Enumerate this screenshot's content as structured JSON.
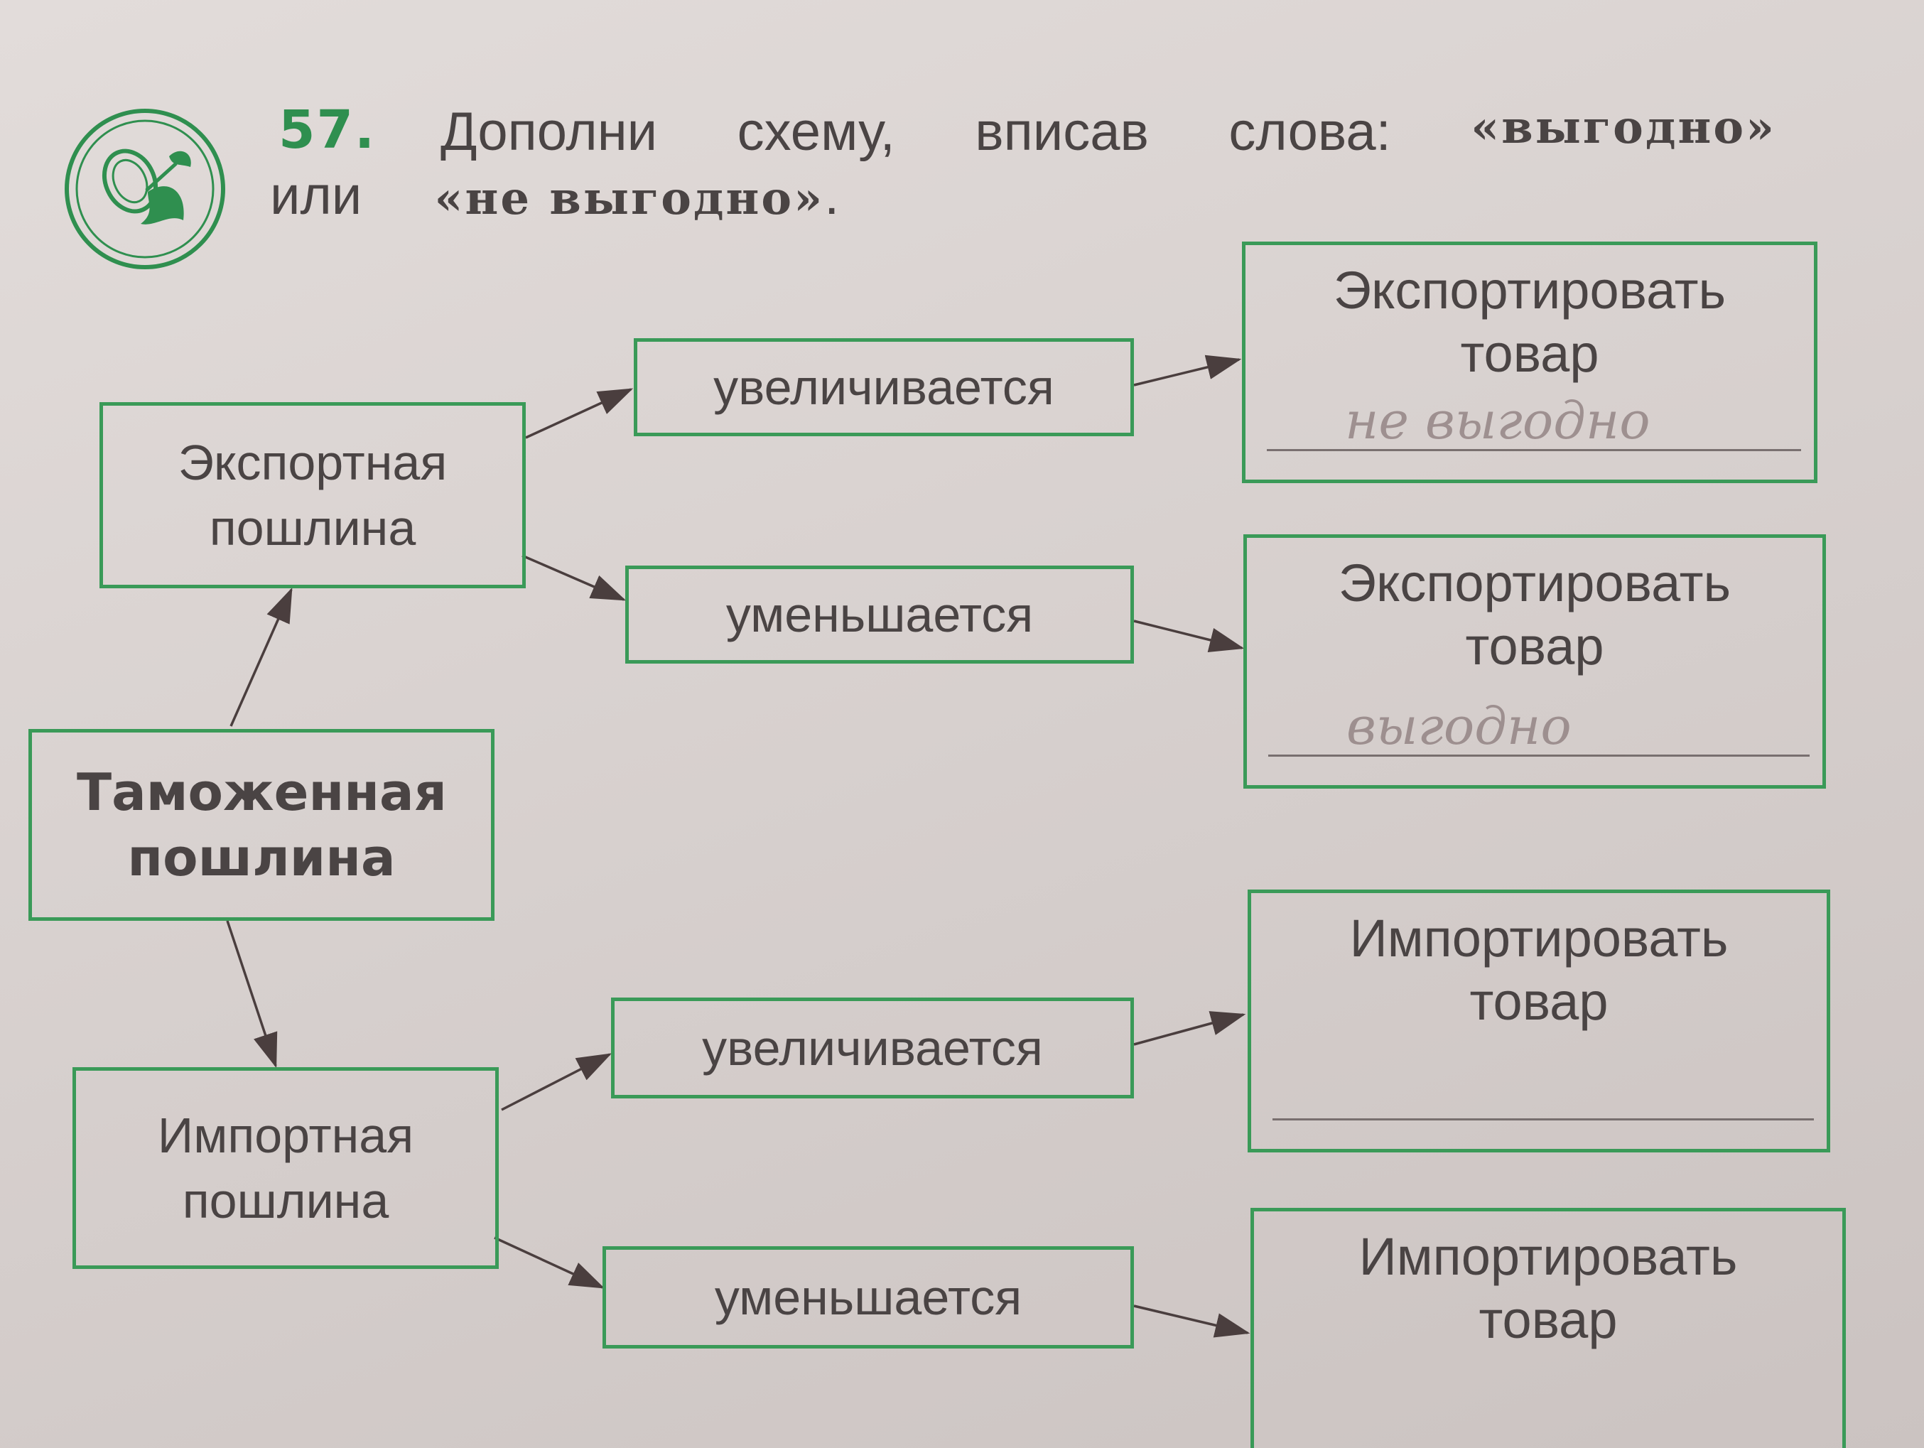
{
  "task": {
    "number": "57.",
    "line1": [
      "Дополни",
      "схему,",
      "вписав",
      "слова:",
      "«выгодно»"
    ],
    "line2_prefix": "или",
    "line2_word": "«не выгодно»",
    "line2_suffix": "."
  },
  "emblem": {
    "icon": "coin-plant-icon"
  },
  "root": {
    "label": "Таможенная пошлина"
  },
  "export_duty": {
    "label": "Экспортная пошлина"
  },
  "import_duty": {
    "label": "Импортная пошлина"
  },
  "changes": {
    "export_up": "увеличивается",
    "export_down": "уменьшается",
    "import_up": "увеличивается",
    "import_down": "уменьшается"
  },
  "results": {
    "export_up": {
      "label": "Экспортировать товар",
      "answer": "не выгодно"
    },
    "export_down": {
      "label": "Экспортировать товар",
      "answer": "выгодно"
    },
    "import_up": {
      "label": "Импортировать товар",
      "answer": ""
    },
    "import_down": {
      "label": "Импортировать товар",
      "answer": ""
    }
  },
  "colors": {
    "frame": "#3a9a58",
    "accent": "#2f8f4f",
    "text": "#4a4444",
    "arrow": "#4a3e3e"
  }
}
